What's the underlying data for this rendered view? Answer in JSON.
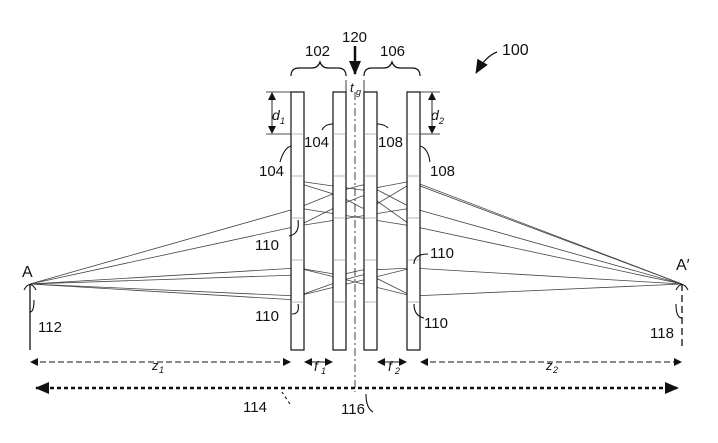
{
  "labels": {
    "fig_ref": "100",
    "group_left": "102",
    "group_right": "106",
    "gap_ref": "120",
    "gap_t": "t",
    "gap_t_sub": "g",
    "d1": "d",
    "d1_sub": "1",
    "d2": "d",
    "d2_sub": "2",
    "lens1_ref": "104",
    "lens2_ref": "104",
    "lens3_ref": "108",
    "lens4_ref": "108",
    "ray_ref_1": "110",
    "ray_ref_2": "110",
    "ray_ref_3": "110",
    "ray_ref_4": "110",
    "point_a": "A",
    "point_a_prime": "A′",
    "ref_112": "112",
    "ref_118": "118",
    "z1": "z",
    "z1_sub": "1",
    "f1": "f",
    "f1_sub": "1",
    "f2": "f",
    "f2_sub": "2",
    "z2": "z",
    "z2_sub": "2",
    "axis_ref": "114",
    "center_ref": "116"
  },
  "colors": {
    "line": "#111111",
    "ray": "#444444",
    "background": "#ffffff"
  }
}
